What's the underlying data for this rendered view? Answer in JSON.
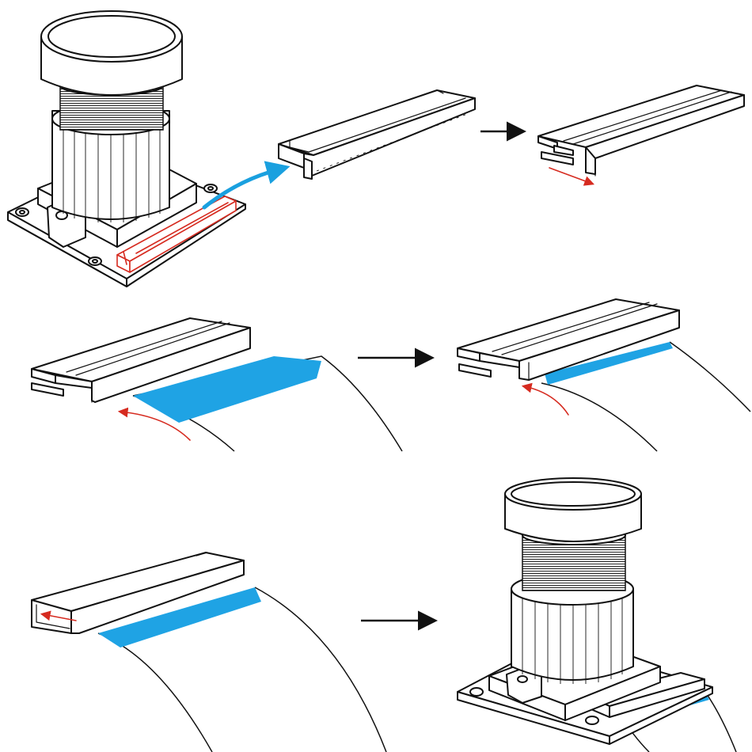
{
  "figure": {
    "theme": "camera ribbon cable installation steps",
    "colors": {
      "ink": "#111111",
      "cable_blue": "#1fa3e4",
      "highlight_red": "#d62b20",
      "step_arrow": "#111111",
      "callout_arrow": "#1aa0df",
      "background": "#ffffff"
    },
    "steps": [
      {
        "id": "camera-with-connector",
        "icons": [
          "camera-lens-icon",
          "connector-highlight-icon"
        ]
      },
      {
        "id": "connector-closed",
        "icons": [
          "connector-icon"
        ]
      },
      {
        "id": "connector-latch-open",
        "icons": [
          "connector-icon",
          "slide-arrow-icon"
        ]
      },
      {
        "id": "insert-cable",
        "icons": [
          "connector-icon",
          "ribbon-cable-icon",
          "insert-arrow-icon"
        ]
      },
      {
        "id": "cable-inserted",
        "icons": [
          "connector-icon",
          "ribbon-cable-icon",
          "insert-arrow-icon"
        ]
      },
      {
        "id": "latch-closed",
        "icons": [
          "connector-icon",
          "ribbon-cable-icon",
          "close-arrow-icon"
        ]
      },
      {
        "id": "camera-assembled",
        "icons": [
          "camera-lens-icon",
          "ribbon-cable-icon"
        ]
      }
    ]
  }
}
